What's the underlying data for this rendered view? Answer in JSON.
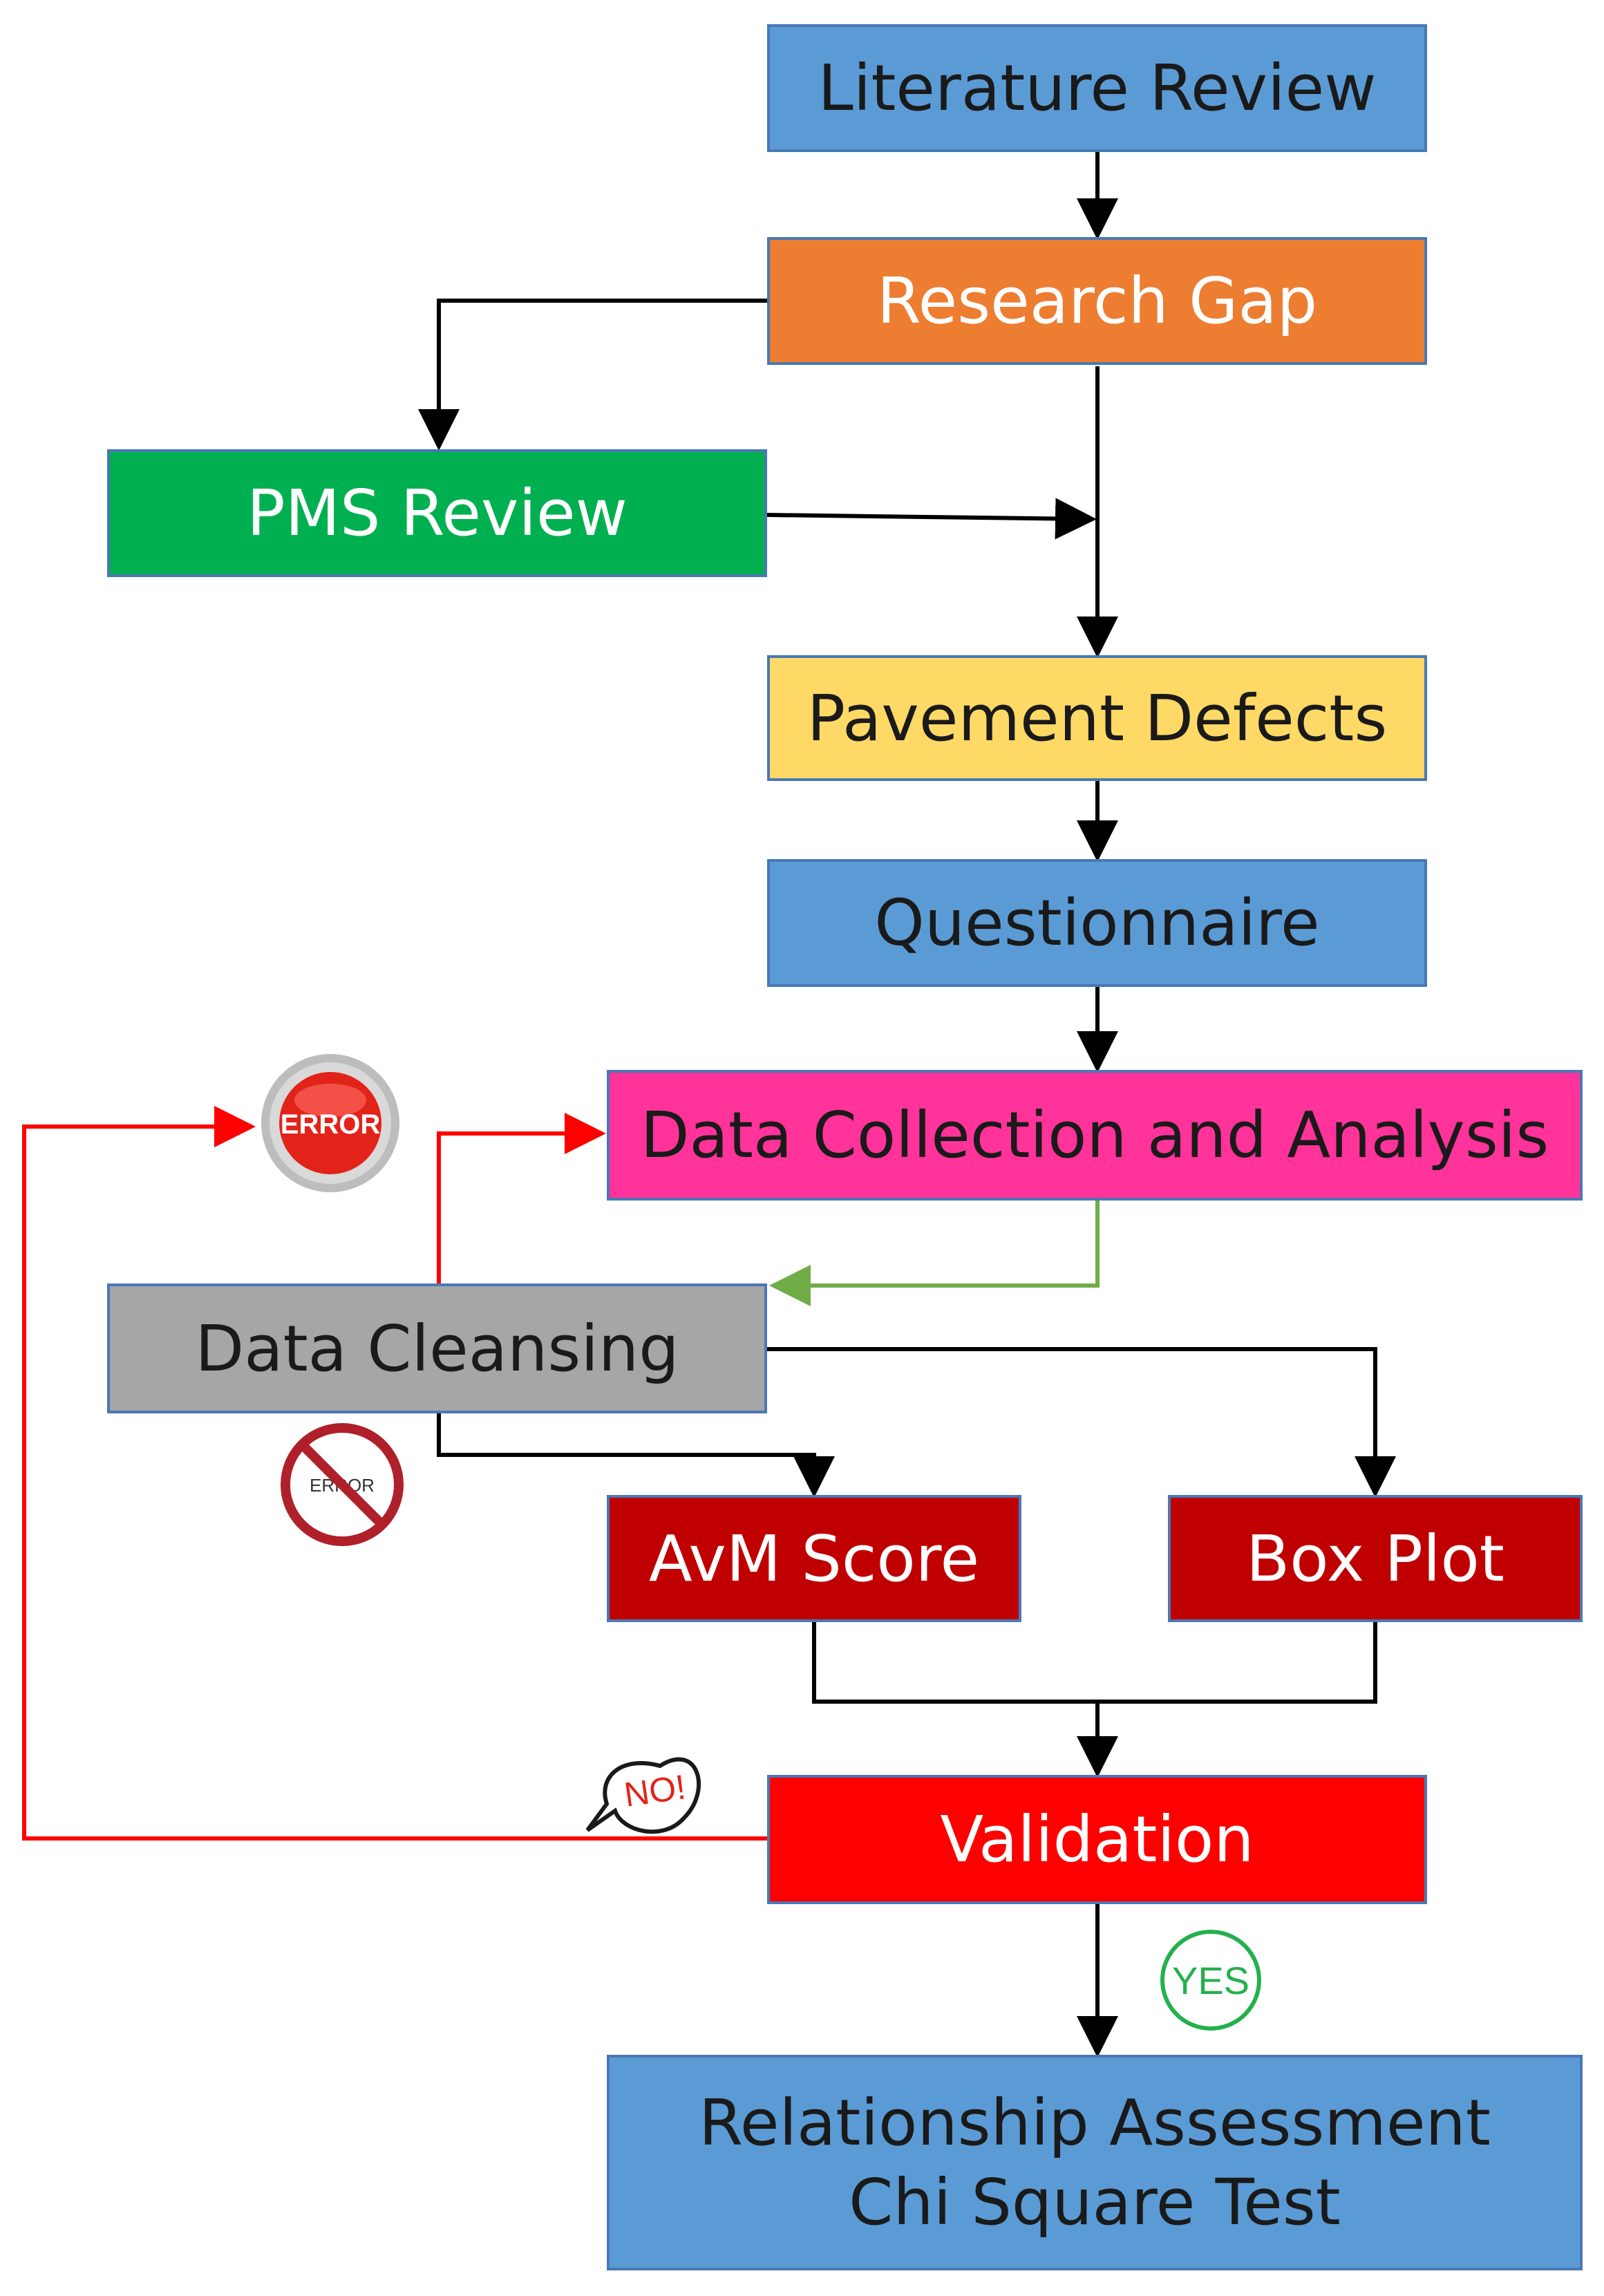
{
  "nodes": {
    "literature_review": {
      "label": "Literature Review",
      "color": "#5b9bd5",
      "text_color": "#1a1a1a"
    },
    "research_gap": {
      "label": "Research Gap",
      "color": "#ed7d31",
      "text_color": "#ffffff"
    },
    "pms_review": {
      "label": "PMS Review",
      "color": "#00b050",
      "text_color": "#ffffff"
    },
    "pavement_defects": {
      "label": "Pavement Defects",
      "color": "#ffd966",
      "text_color": "#1a1a1a"
    },
    "questionnaire": {
      "label": "Questionnaire",
      "color": "#5b9bd5",
      "text_color": "#1a1a1a"
    },
    "data_collection": {
      "label": "Data Collection and Analysis",
      "color": "#ff3399",
      "text_color": "#1a1a1a"
    },
    "data_cleansing": {
      "label": "Data Cleansing",
      "color": "#a6a6a6",
      "text_color": "#1a1a1a"
    },
    "avm_score": {
      "label": "AvM Score",
      "color": "#c00000",
      "text_color": "#ffffff"
    },
    "box_plot": {
      "label": "Box Plot",
      "color": "#c00000",
      "text_color": "#ffffff"
    },
    "validation": {
      "label": "Validation",
      "color": "#ff0000",
      "text_color": "#ffffff"
    },
    "relationship": {
      "line1": "Relationship Assessment",
      "line2": "Chi Square Test",
      "color": "#5b9bd5",
      "text_color": "#1a1a1a"
    }
  },
  "badges": {
    "error_button": "ERROR",
    "error_prohibited": "ERROR",
    "no_bubble": "NO!",
    "yes_circle": "YES"
  },
  "colors": {
    "arrow": "#000000",
    "feedback_arrow": "#ff0000",
    "return_arrow": "#70ad47",
    "node_border": "#4a78b5"
  }
}
